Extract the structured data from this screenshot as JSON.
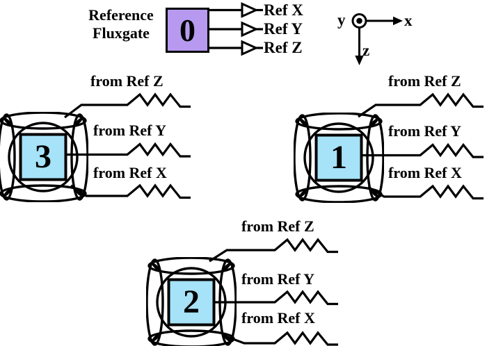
{
  "colors": {
    "reference_box_fill": "#b79af0",
    "sensor_square_fill": "#a6e2f8",
    "line_color": "#000000",
    "background": "#ffffff"
  },
  "reference": {
    "label": [
      "Reference",
      "Fluxgate"
    ],
    "box_number": "0",
    "outputs": [
      "Ref X",
      "Ref Y",
      "Ref Z"
    ]
  },
  "axes": {
    "x_label": "x",
    "y_label": "y",
    "z_label": "z"
  },
  "sensors": [
    {
      "number": "3",
      "position": "left",
      "inputs": [
        "from Ref Z",
        "from Ref Y",
        "from Ref X"
      ]
    },
    {
      "number": "1",
      "position": "right",
      "inputs": [
        "from Ref Z",
        "from Ref Y",
        "from Ref X"
      ]
    },
    {
      "number": "2",
      "position": "bottom",
      "inputs": [
        "from Ref Z",
        "from Ref Y",
        "from Ref X"
      ]
    }
  ]
}
